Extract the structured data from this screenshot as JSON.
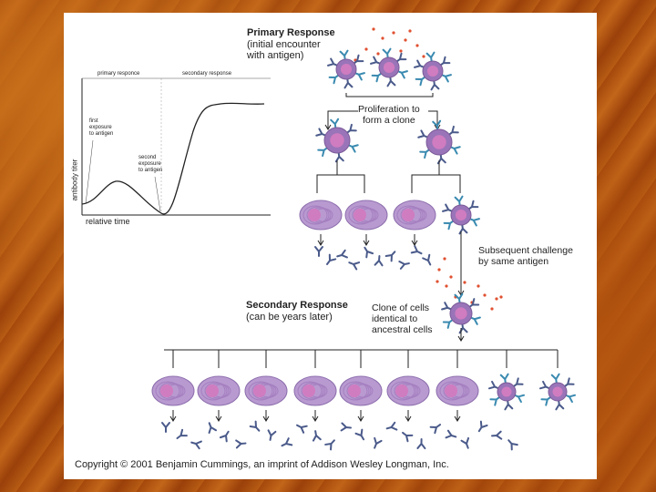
{
  "primary": {
    "title": "Primary Response",
    "subtitle": "(initial encounter\nwith antigen)"
  },
  "proliferation_label": "Proliferation to\nform a clone",
  "challenge_label": "Subsequent challenge\nby same antigen",
  "secondary": {
    "title": "Secondary Response",
    "subtitle": "(can be years later)"
  },
  "clone_label": "Clone of cells\nidentical to\nancestral cells",
  "graph": {
    "primary_label": "primary responce",
    "secondary_label": "secondary response",
    "first_exposure": "first\nexposure\nto antigen",
    "second_exposure": "second\nexposure\nto antigen",
    "ylabel": "antibody titer",
    "xlabel": "relative time"
  },
  "copyright": "Copyright © 2001 Benjamin Cummings, an imprint of Addison Wesley Longman, Inc.",
  "colors": {
    "cell": "#9a74b8",
    "nucleus": "#d07cc0",
    "plasma": "#b89ad0",
    "antibody": "#4a5a8a",
    "antigen": "#e05030",
    "receptor": "#3a8ab0"
  }
}
